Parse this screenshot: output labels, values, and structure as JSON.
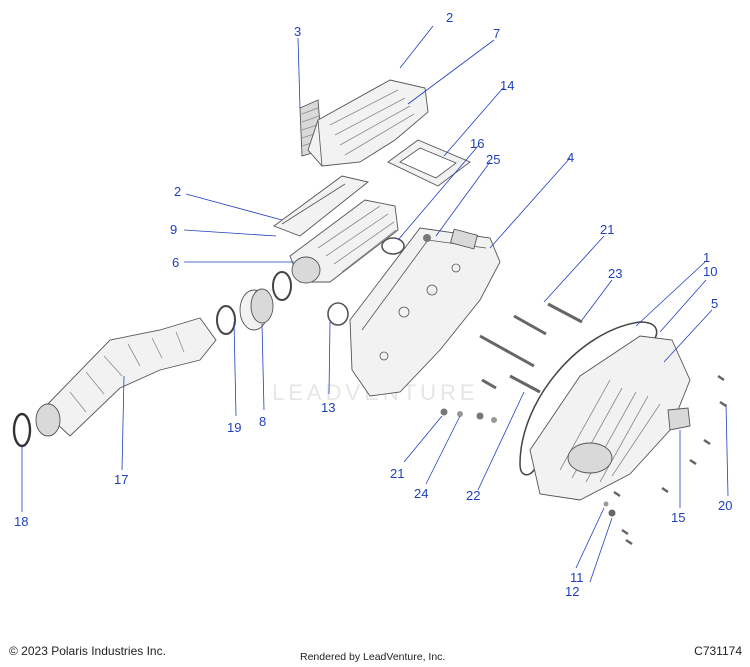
{
  "diagram": {
    "watermark": "LEADVENTURE",
    "callouts": [
      {
        "id": "c-2-top",
        "label": "2"
      },
      {
        "id": "c-3",
        "label": "3"
      },
      {
        "id": "c-7",
        "label": "7"
      },
      {
        "id": "c-14",
        "label": "14"
      },
      {
        "id": "c-16",
        "label": "16"
      },
      {
        "id": "c-25",
        "label": "25"
      },
      {
        "id": "c-4",
        "label": "4"
      },
      {
        "id": "c-2-mid",
        "label": "2"
      },
      {
        "id": "c-9",
        "label": "9"
      },
      {
        "id": "c-6",
        "label": "6"
      },
      {
        "id": "c-21-top",
        "label": "21"
      },
      {
        "id": "c-23",
        "label": "23"
      },
      {
        "id": "c-1",
        "label": "1"
      },
      {
        "id": "c-10",
        "label": "10"
      },
      {
        "id": "c-5",
        "label": "5"
      },
      {
        "id": "c-13",
        "label": "13"
      },
      {
        "id": "c-19",
        "label": "19"
      },
      {
        "id": "c-8",
        "label": "8"
      },
      {
        "id": "c-17",
        "label": "17"
      },
      {
        "id": "c-18",
        "label": "18"
      },
      {
        "id": "c-21-bot",
        "label": "21"
      },
      {
        "id": "c-24",
        "label": "24"
      },
      {
        "id": "c-22",
        "label": "22"
      },
      {
        "id": "c-15",
        "label": "15"
      },
      {
        "id": "c-20",
        "label": "20"
      },
      {
        "id": "c-11",
        "label": "11"
      },
      {
        "id": "c-12",
        "label": "12"
      }
    ]
  },
  "footer": {
    "copyright": "© 2023 Polaris Industries Inc.",
    "rendered_by": "Rendered by LeadVenture, Inc.",
    "diagram_id": "C731174"
  }
}
